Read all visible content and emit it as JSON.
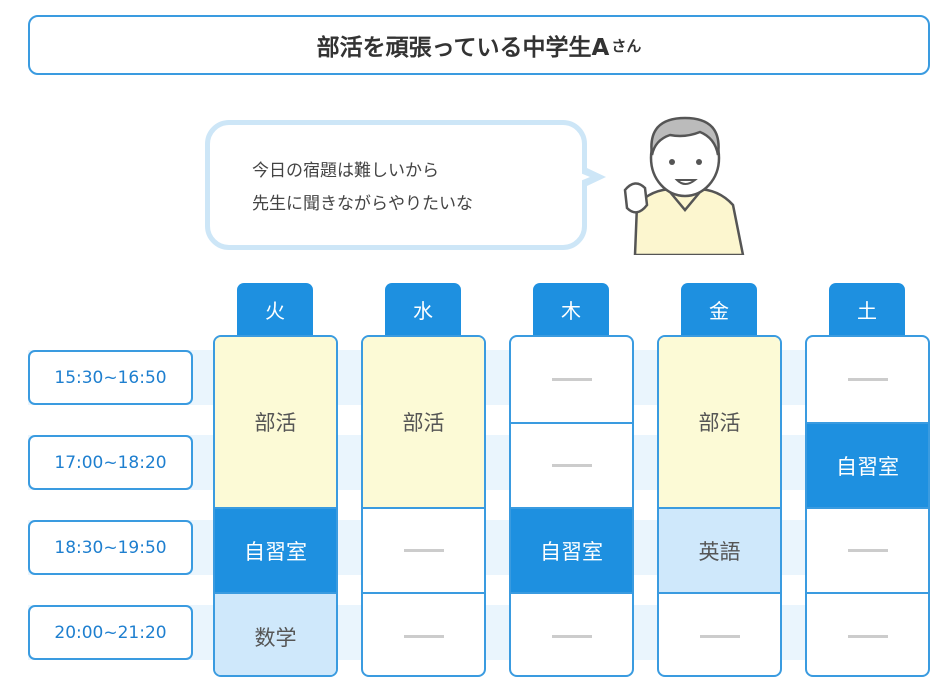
{
  "title": {
    "main": "部活を頑張っている中学生A",
    "suffix": "さん"
  },
  "speech": {
    "line1": "今日の宿題は難しいから",
    "line2": "先生に聞きながらやりたいな"
  },
  "time_slots": [
    "15:30~16:50",
    "17:00~18:20",
    "18:30~19:50",
    "20:00~21:20"
  ],
  "days": [
    {
      "label": "火",
      "cells": [
        {
          "text": "部活",
          "span": 2,
          "style": "y"
        },
        {
          "text": "自習室",
          "span": 1,
          "style": "b"
        },
        {
          "text": "数学",
          "span": 1,
          "style": "lb"
        }
      ]
    },
    {
      "label": "水",
      "cells": [
        {
          "text": "部活",
          "span": 2,
          "style": "y"
        },
        {
          "text": "",
          "span": 1,
          "style": ""
        },
        {
          "text": "",
          "span": 1,
          "style": ""
        }
      ]
    },
    {
      "label": "木",
      "cells": [
        {
          "text": "",
          "span": 1,
          "style": ""
        },
        {
          "text": "",
          "span": 1,
          "style": ""
        },
        {
          "text": "自習室",
          "span": 1,
          "style": "b"
        },
        {
          "text": "",
          "span": 1,
          "style": ""
        }
      ]
    },
    {
      "label": "金",
      "cells": [
        {
          "text": "部活",
          "span": 2,
          "style": "y"
        },
        {
          "text": "英語",
          "span": 1,
          "style": "lb"
        },
        {
          "text": "",
          "span": 1,
          "style": ""
        }
      ]
    },
    {
      "label": "土",
      "cells": [
        {
          "text": "",
          "span": 1,
          "style": ""
        },
        {
          "text": "自習室",
          "span": 1,
          "style": "b"
        },
        {
          "text": "",
          "span": 1,
          "style": ""
        },
        {
          "text": "",
          "span": 1,
          "style": ""
        }
      ]
    }
  ]
}
